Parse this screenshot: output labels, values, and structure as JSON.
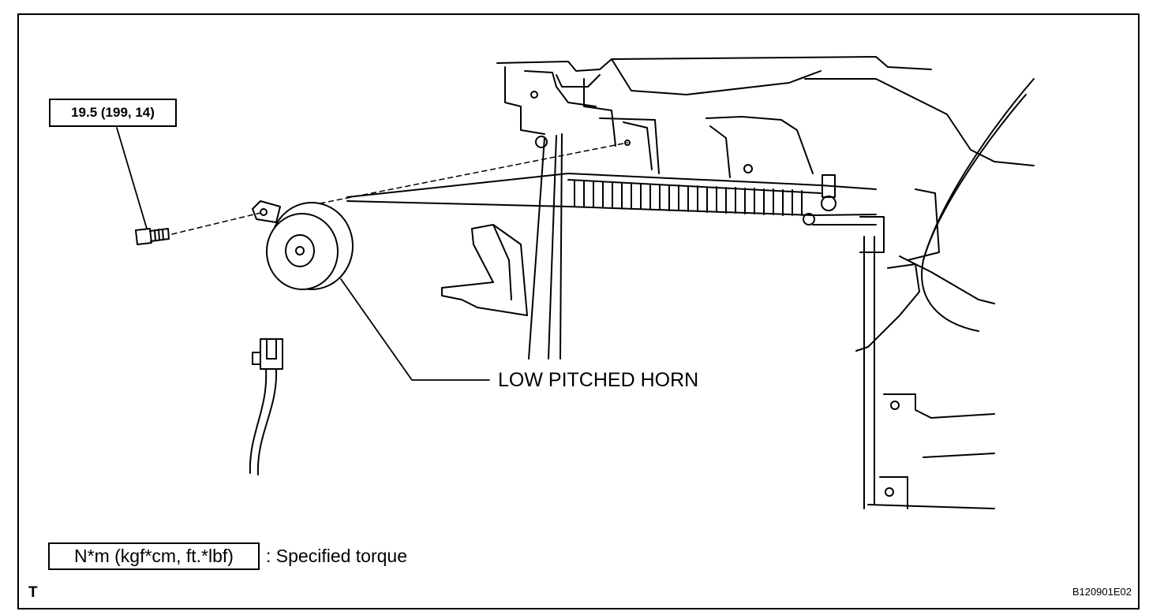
{
  "callouts": {
    "torque_value": "19.5 (199, 14)",
    "part_label": "LOW PITCHED HORN"
  },
  "legend": {
    "torque_units": "N*m (kgf*cm, ft.*lbf)",
    "torque_desc": ": Specified torque"
  },
  "footer": {
    "corner_code": "T",
    "figure_id": "B120901E02"
  }
}
